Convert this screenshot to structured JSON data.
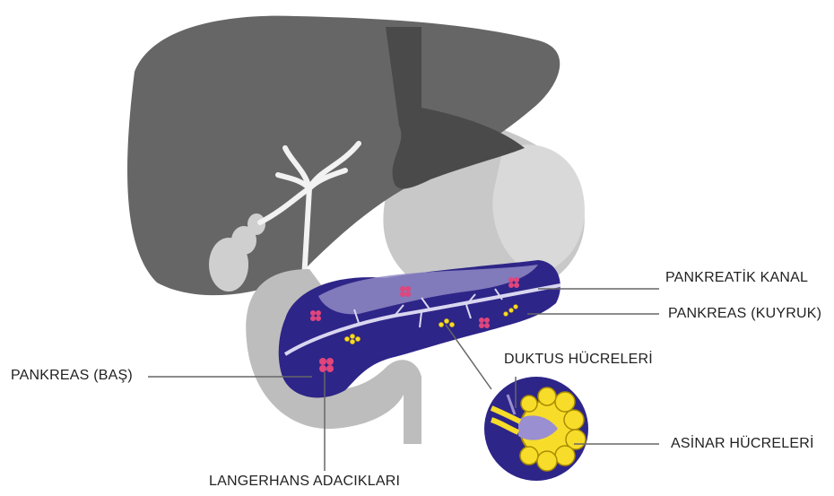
{
  "labels": {
    "pancreatic_duct": "PANKREATİK KANAL",
    "pancreas_tail": "PANKREAS (KUYRUK)",
    "duct_cells": "DUKTUS HÜCRELERİ",
    "pancreas_head": "PANKREAS (BAŞ)",
    "acinar_cells": "ASİNAR HÜCRELERİ",
    "islets_of_langerhans": "LANGERHANS ADACIKLARI"
  },
  "colors": {
    "liver": "#666666",
    "liver_dark": "#4a4a4a",
    "stomach": "#c4c4c4",
    "duodenum": "#bdbdbd",
    "gallbladder": "#cfcfcf",
    "bile_duct": "#f2f2f2",
    "pancreas": "#2e2588",
    "pancreas_overlay": "#8f8ac4",
    "duct_line": "#d9d6f0",
    "islet": "#e0457b",
    "acinar": "#f7dc2a",
    "leader": "#666666"
  },
  "icons": [
    "liver-shape",
    "stomach-shape",
    "duodenum-shape",
    "gallbladder-shape",
    "pancreas-shape",
    "islet-icon",
    "acinar-cluster-icon"
  ]
}
